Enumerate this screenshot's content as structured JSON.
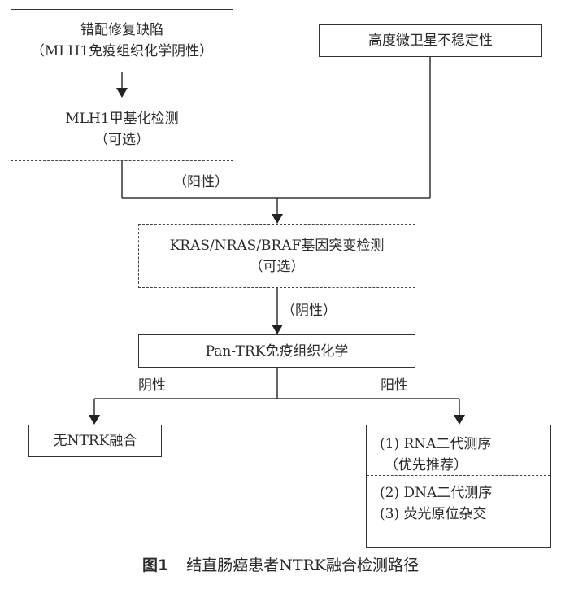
{
  "nodes": {
    "mmr": {
      "line1": "错配修复缺陷",
      "line2": "（MLH1免疫组织化学阴性）"
    },
    "msi": {
      "line1": "高度微卫星不稳定性"
    },
    "mlh1": {
      "line1": "MLH1甲基化检测",
      "line2": "（可选）"
    },
    "kras": {
      "line1": "KRAS/NRAS/BRAF基因突变检测",
      "line2": "（可选）"
    },
    "pantrk": {
      "line1": "Pan-TRK免疫组织化学"
    },
    "no_fusion": {
      "line1": "无NTRK融合"
    },
    "tests": {
      "line1": "(1) RNA二代测序",
      "line2": "（优先推荐）",
      "line3": "(2) DNA二代测序",
      "line4": "(3) 荧光原位杂交"
    }
  },
  "edges": {
    "positive_paren": "（阳性）",
    "negative_paren": "（阴性）",
    "negative": "阴性",
    "positive": "阳性"
  },
  "caption": {
    "figure_no": "图1",
    "title": "结直肠癌患者NTRK融合检测路径"
  }
}
